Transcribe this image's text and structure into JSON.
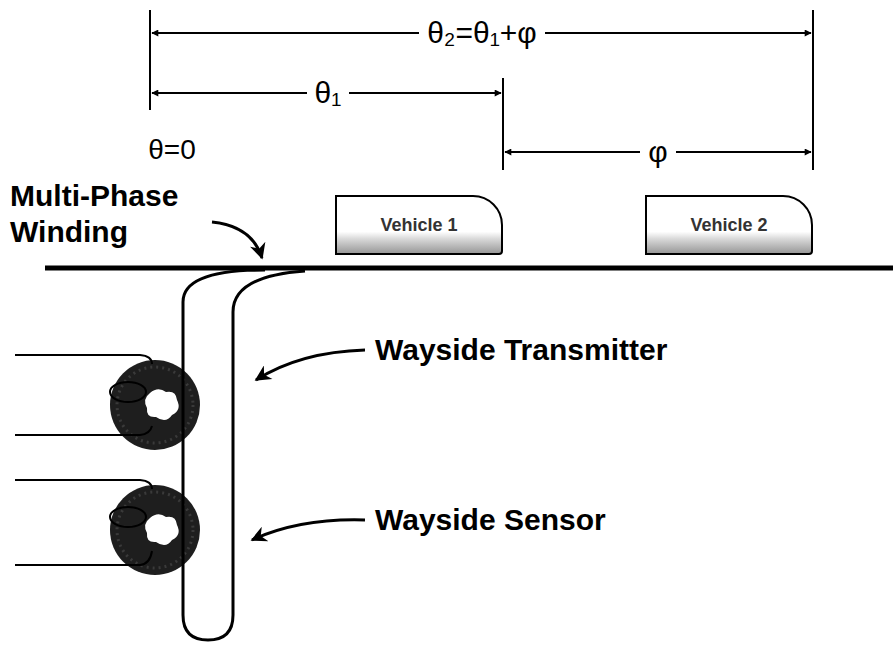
{
  "diagram": {
    "nodes": [
      {
        "text": [
          "Vehicle 1"
        ]
      },
      {
        "text": [
          "Vehicle 2"
        ]
      }
    ],
    "labels": [
      "θ₂=θ₁+φ",
      "θ₁",
      "φ",
      "θ=0",
      "Multi-Phase Winding",
      "Wayside Transmitter",
      "Wayside Sensor"
    ]
  }
}
